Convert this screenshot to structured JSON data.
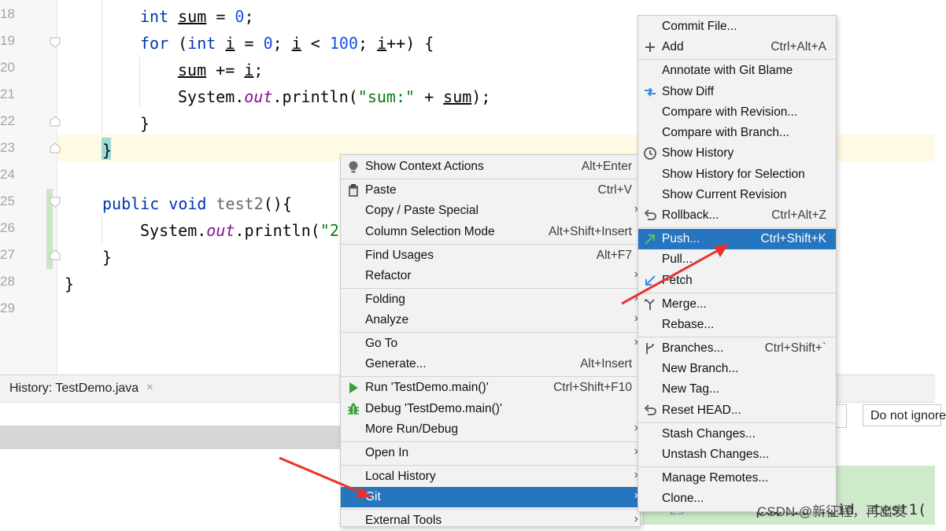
{
  "editor": {
    "line_numbers": [
      "18",
      "19",
      "20",
      "21",
      "22",
      "23",
      "24",
      "25",
      "26",
      "27",
      "28",
      "29"
    ],
    "code": {
      "l18": {
        "kw": "int",
        "var": "sum",
        "op": " = ",
        "num": "0",
        "end": ";"
      },
      "l19": {
        "kw1": "for",
        "p1": " (",
        "kw2": "int",
        "sp": " ",
        "i1": "i",
        "eq": " = ",
        "n0": "0",
        "s1": "; ",
        "i2": "i",
        "lt": " < ",
        "n100": "100",
        "s2": "; ",
        "i3": "i",
        "inc": "++) {"
      },
      "l20": {
        "var": "sum",
        "op": " += ",
        "i": "i",
        "end": ";"
      },
      "l21": {
        "obj": "System.",
        "fld": "out",
        "call": ".println(",
        "str": "\"sum:\"",
        "plus": " + ",
        "var": "sum",
        "end": ");"
      },
      "l22": "}",
      "l23": "}",
      "l25": {
        "kw1": "public",
        "kw2": "void",
        "name": "test2",
        "rest": "(){"
      },
      "l26": {
        "obj": "System.",
        "fld": "out",
        "call": ".println(",
        "str": "\"22"
      },
      "l27": "}",
      "l28": "}"
    }
  },
  "history": {
    "tab_label": "History: TestDemo.java",
    "close_glyph": "×",
    "ignore_select": "Do not ignore",
    "diff_line_number": "25",
    "diff_text": "public void  test1("
  },
  "context_menu": {
    "items": [
      {
        "label": "Show Context Actions",
        "mnemonic": "",
        "shortcut": "Alt+Enter",
        "submenu": false,
        "icon": "lightbulb-icon"
      },
      {
        "label": "Paste",
        "shortcut": "Ctrl+V",
        "submenu": false,
        "icon": "clipboard-icon"
      },
      {
        "label": "Copy / Paste Special",
        "shortcut": "",
        "submenu": true,
        "icon": ""
      },
      {
        "label": "Column Selection Mode",
        "shortcut": "Alt+Shift+Insert",
        "submenu": false,
        "icon": ""
      },
      {
        "label": "Find Usages",
        "shortcut": "Alt+F7",
        "submenu": false,
        "icon": ""
      },
      {
        "label": "Refactor",
        "shortcut": "",
        "submenu": true,
        "icon": ""
      },
      {
        "label": "Folding",
        "shortcut": "",
        "submenu": true,
        "icon": ""
      },
      {
        "label": "Analyze",
        "shortcut": "",
        "submenu": true,
        "icon": ""
      },
      {
        "label": "Go To",
        "shortcut": "",
        "submenu": true,
        "icon": ""
      },
      {
        "label": "Generate...",
        "shortcut": "Alt+Insert",
        "submenu": false,
        "icon": ""
      },
      {
        "label": "Run 'TestDemo.main()'",
        "shortcut": "Ctrl+Shift+F10",
        "submenu": false,
        "icon": "run-icon"
      },
      {
        "label": "Debug 'TestDemo.main()'",
        "shortcut": "",
        "submenu": false,
        "icon": "debug-icon"
      },
      {
        "label": "More Run/Debug",
        "shortcut": "",
        "submenu": true,
        "icon": ""
      },
      {
        "label": "Open In",
        "shortcut": "",
        "submenu": true,
        "icon": ""
      },
      {
        "label": "Local History",
        "shortcut": "",
        "submenu": true,
        "icon": ""
      },
      {
        "label": "Git",
        "shortcut": "",
        "submenu": true,
        "icon": "",
        "selected": true
      },
      {
        "label": "External Tools",
        "shortcut": "",
        "submenu": true,
        "icon": ""
      }
    ],
    "arrow_glyph": "›"
  },
  "git_menu": {
    "items": [
      {
        "label": "Commit File...",
        "shortcut": "",
        "icon": ""
      },
      {
        "label": "Add",
        "shortcut": "Ctrl+Alt+A",
        "icon": "plus-icon"
      },
      {
        "label": "Annotate with Git Blame",
        "shortcut": "",
        "icon": ""
      },
      {
        "label": "Show Diff",
        "shortcut": "",
        "icon": "diff-arrows-icon"
      },
      {
        "label": "Compare with Revision...",
        "shortcut": "",
        "icon": ""
      },
      {
        "label": "Compare with Branch...",
        "shortcut": "",
        "icon": ""
      },
      {
        "label": "Show History",
        "shortcut": "",
        "icon": "clock-icon"
      },
      {
        "label": "Show History for Selection",
        "shortcut": "",
        "icon": ""
      },
      {
        "label": "Show Current Revision",
        "shortcut": "",
        "icon": ""
      },
      {
        "label": "Rollback...",
        "shortcut": "Ctrl+Alt+Z",
        "icon": "undo-icon"
      },
      {
        "label": "Push...",
        "shortcut": "Ctrl+Shift+K",
        "icon": "push-arrow-icon",
        "selected": true
      },
      {
        "label": "Pull...",
        "shortcut": "",
        "icon": ""
      },
      {
        "label": "Fetch",
        "shortcut": "",
        "icon": "fetch-arrow-icon"
      },
      {
        "label": "Merge...",
        "shortcut": "",
        "icon": "merge-icon"
      },
      {
        "label": "Rebase...",
        "shortcut": "",
        "icon": ""
      },
      {
        "label": "Branches...",
        "shortcut": "Ctrl+Shift+`",
        "icon": "branch-icon"
      },
      {
        "label": "New Branch...",
        "shortcut": "",
        "icon": ""
      },
      {
        "label": "New Tag...",
        "shortcut": "",
        "icon": ""
      },
      {
        "label": "Reset HEAD...",
        "shortcut": "",
        "icon": "undo-icon"
      },
      {
        "label": "Stash Changes...",
        "shortcut": "",
        "icon": ""
      },
      {
        "label": "Unstash Changes...",
        "shortcut": "",
        "icon": ""
      },
      {
        "label": "Manage Remotes...",
        "shortcut": "",
        "icon": ""
      },
      {
        "label": "Clone...",
        "shortcut": "",
        "icon": ""
      }
    ]
  },
  "colors": {
    "selection": "#2675bf",
    "annotation_arrow": "#e8332b",
    "keyword": "#0033b3",
    "number": "#1750eb",
    "string": "#067d17"
  },
  "watermark": "CSDN @新征程，再出发"
}
